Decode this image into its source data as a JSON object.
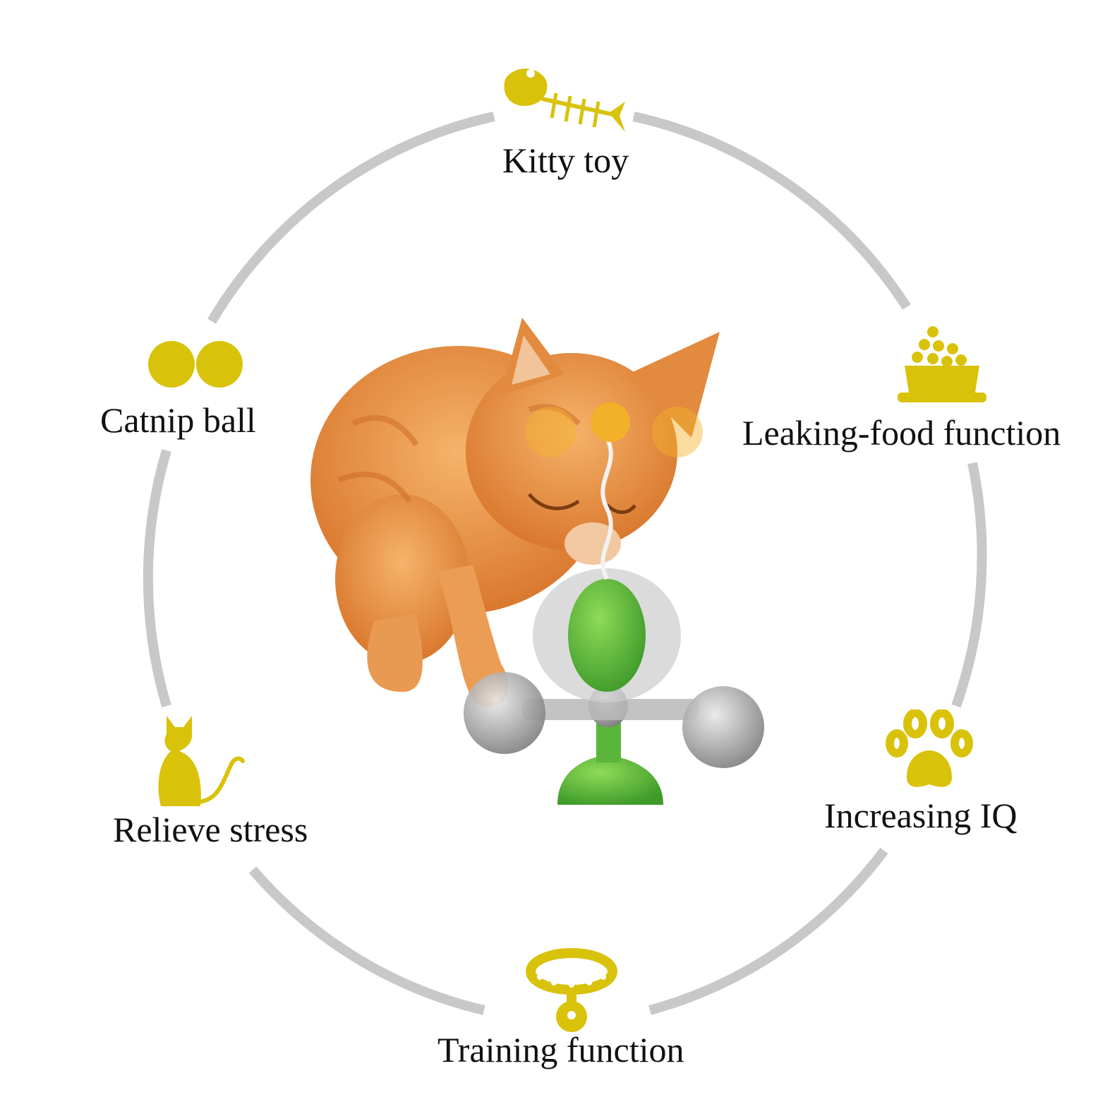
{
  "colors": {
    "ring": "#c8c8c8",
    "icon_yellow": "#d9c20a",
    "kitten_orange": "#e8974b",
    "toy_green": "#59b53a"
  },
  "features": {
    "top": {
      "label": "Kitty toy",
      "icon": "fish-bone-icon"
    },
    "upper_left": {
      "label": "Catnip ball",
      "icon": "twin-balls-icon"
    },
    "upper_right": {
      "label": "Leaking-food function",
      "icon": "food-bowl-icon"
    },
    "lower_left": {
      "label": "Relieve stress",
      "icon": "sitting-cat-icon"
    },
    "lower_right": {
      "label": "Increasing IQ",
      "icon": "paw-print-icon"
    },
    "bottom": {
      "label": "Training function",
      "icon": "collar-bell-icon"
    }
  },
  "photo": {
    "subject": "kitten-with-spinning-toy"
  }
}
